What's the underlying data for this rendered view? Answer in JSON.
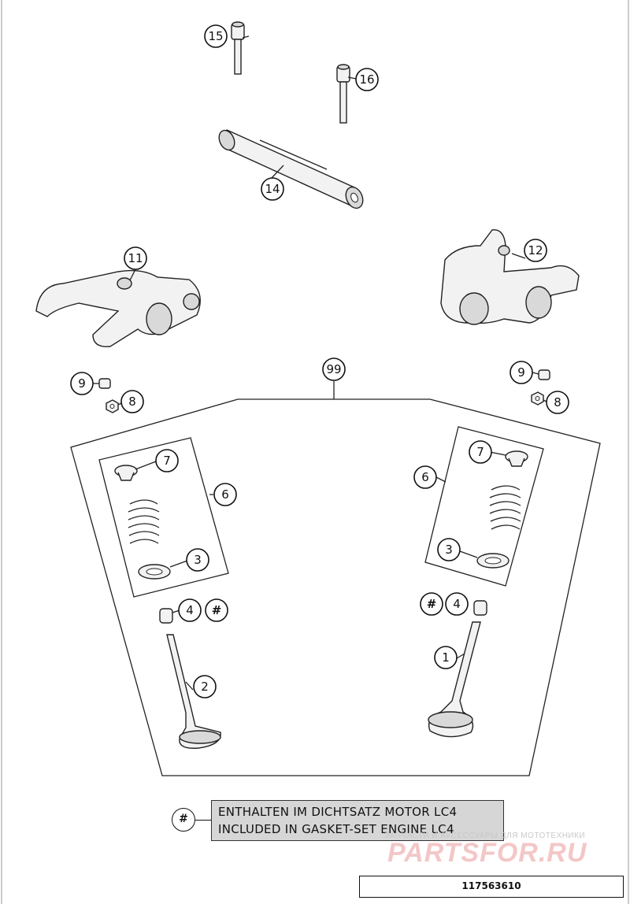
{
  "callouts": {
    "c15": "15",
    "c16": "16",
    "c14": "14",
    "c11": "11",
    "c12": "12",
    "c99": "99",
    "c9_left": "9",
    "c8_left": "8",
    "c9_right": "9",
    "c8_right": "8",
    "c7_left": "7",
    "c6_left": "6",
    "c3_left": "3",
    "c4_left": "4",
    "chash_left": "#",
    "c2": "2",
    "c7_right": "7",
    "c6_right": "6",
    "c3_right": "3",
    "c4_right": "4",
    "chash_right": "#",
    "c1": "1"
  },
  "legend": {
    "key": "#",
    "line1": "ENTHALTEN IM DICHTSATZ MOTOR LC4",
    "line2": "INCLUDED IN GASKET-SET ENGINE LC4"
  },
  "watermark": {
    "tagline": "ЗАПЧАСТИ И АКСЕССУАРЫ ДЛЯ МОТОТЕХНИКИ",
    "logo": "PARTSFOR.RU"
  },
  "diagram_id": "117563610",
  "colors": {
    "line": "#222222",
    "legend_bg": "#d6d6d6",
    "watermark": "#f3c7c7"
  }
}
